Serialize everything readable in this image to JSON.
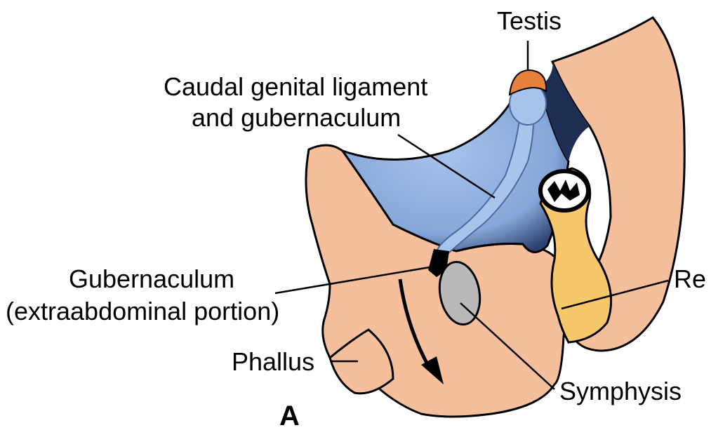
{
  "labels": {
    "testis": "Testis",
    "caudal_line1": "Caudal genital ligament",
    "caudal_line2": "and gubernaculum",
    "gub_line1": "Gubernaculum",
    "gub_line2": "(extraabdominal portion)",
    "rectum": "Re",
    "phallus": "Phallus",
    "symphysis": "Symphysis",
    "panel": "A"
  },
  "colors": {
    "skin": "#f6bf9c",
    "cavity": "#8fb0df",
    "cavity_shadow": "#1e2e52",
    "testis": "#e8813b",
    "rectum": "#f7c86a",
    "symphysis": "#b9b9b9",
    "outline": "#000000"
  }
}
